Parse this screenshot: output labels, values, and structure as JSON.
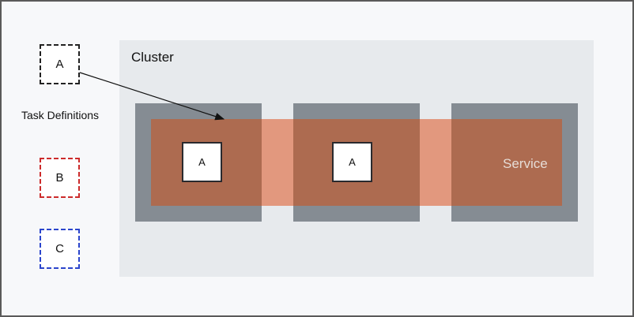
{
  "diagram": {
    "cluster": {
      "label": "Cluster"
    },
    "service": {
      "label": "Service"
    },
    "instances": [
      {
        "task": "A"
      },
      {
        "task": "A"
      },
      {
        "task": ""
      }
    ],
    "task_definitions": {
      "label": "Task Definitions",
      "items": [
        {
          "label": "A",
          "color": "#222222"
        },
        {
          "label": "B",
          "color": "#cc2b2b"
        },
        {
          "label": "C",
          "color": "#2b45cc"
        }
      ]
    },
    "arrow": {
      "from": "task-definition-a",
      "to": "service"
    }
  },
  "colors": {
    "background": "#f7f8fa",
    "cluster": "#e7eaed",
    "instance": "#858c93",
    "service_overlap": "#ad6b50",
    "service_gap": "#e2987e"
  }
}
